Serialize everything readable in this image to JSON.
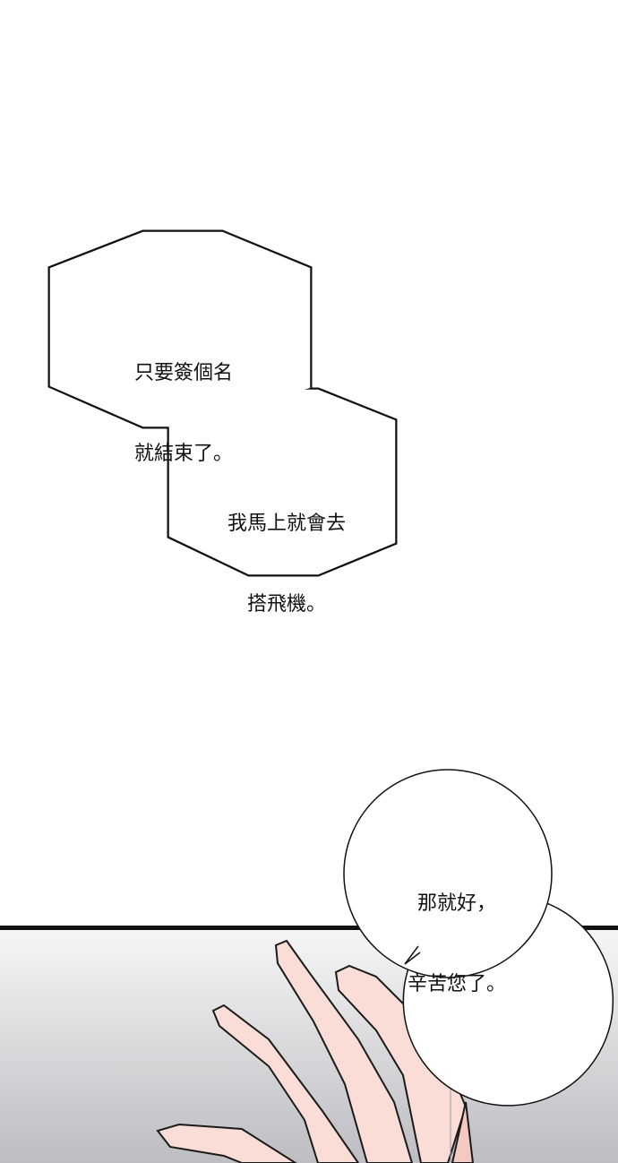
{
  "panel_top": {
    "bubble_1": {
      "lines": [
        "只要簽個名",
        "就結束了。"
      ]
    },
    "bubble_2": {
      "lines": [
        "我馬上就會去",
        "搭飛機。"
      ]
    }
  },
  "panel_bottom": {
    "bubble_3": {
      "lines": [
        "那就好，",
        "辛苦您了。"
      ]
    }
  },
  "colors": {
    "skin": "#f9ddd6",
    "skin_shadow": "#e9a9a4",
    "background_gray": "#c9c9cd",
    "ink": "#111111"
  }
}
